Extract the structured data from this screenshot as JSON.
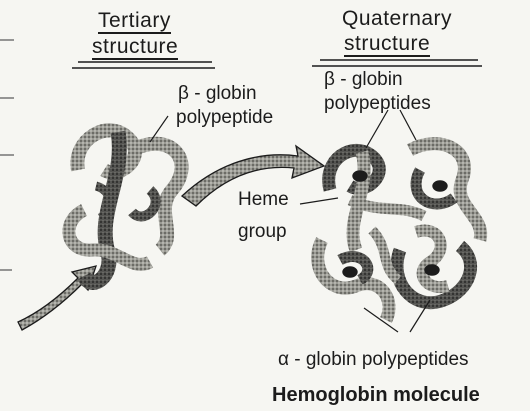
{
  "tertiary": {
    "heading_line1": "Tertiary",
    "heading_line2": "structure",
    "beta_label_line1": "β - globin",
    "beta_label_line2": "polypeptide"
  },
  "quaternary": {
    "heading_line1": "Quaternary",
    "heading_line2": "structure",
    "beta_label_line1": "β - globin",
    "beta_label_line2": "polypeptides",
    "heme_label_line1": "Heme",
    "heme_label_line2": "group",
    "alpha_label": "α - globin polypeptides",
    "molecule_caption": "Hemoglobin molecule"
  },
  "colors": {
    "ink": "#1c1c1c",
    "ribbon_fill": "#9a9a94",
    "ribbon_dark": "#3a3a38",
    "background": "#f6f6f2"
  }
}
